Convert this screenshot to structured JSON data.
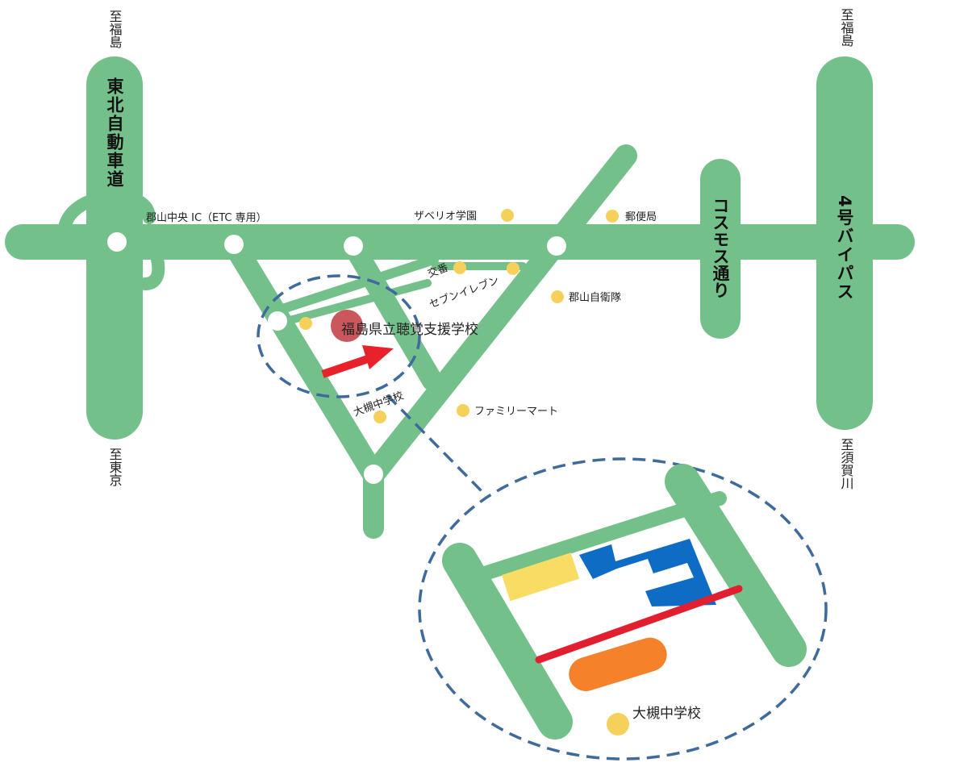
{
  "destinations": {
    "west_north": "至福島",
    "west_south": "至東京",
    "east_north": "至福島",
    "east_south": "至須賀川"
  },
  "roads": {
    "expressway": "東北自動車道",
    "cosmos": "コスモス通り",
    "bypass": "4号バイパス"
  },
  "labels": {
    "interchange": "郡山中央 IC（ETC 専用）",
    "xaverio": "ザベリオ学園",
    "post_office": "郵便局",
    "koban": "交番",
    "seven_eleven": "セブンイレブン",
    "sdf": "郡山自衛隊",
    "school": "福島県立聴覚支援学校",
    "otsuki_small": "大槻中学校",
    "familymart": "ファミリーマート",
    "otsuki_large": "大槻中学校"
  },
  "colors": {
    "road": "#74c08b",
    "node": "#ffffff",
    "poi": "#f5d15c",
    "school_marker": "#c9575b",
    "arrow": "#e8222a",
    "dashed": "#3f6a9c",
    "building_yellow": "#f9dc64",
    "building_blue": "#0f6cc4",
    "building_orange": "#f5822a",
    "red_line": "#e21f2e"
  }
}
